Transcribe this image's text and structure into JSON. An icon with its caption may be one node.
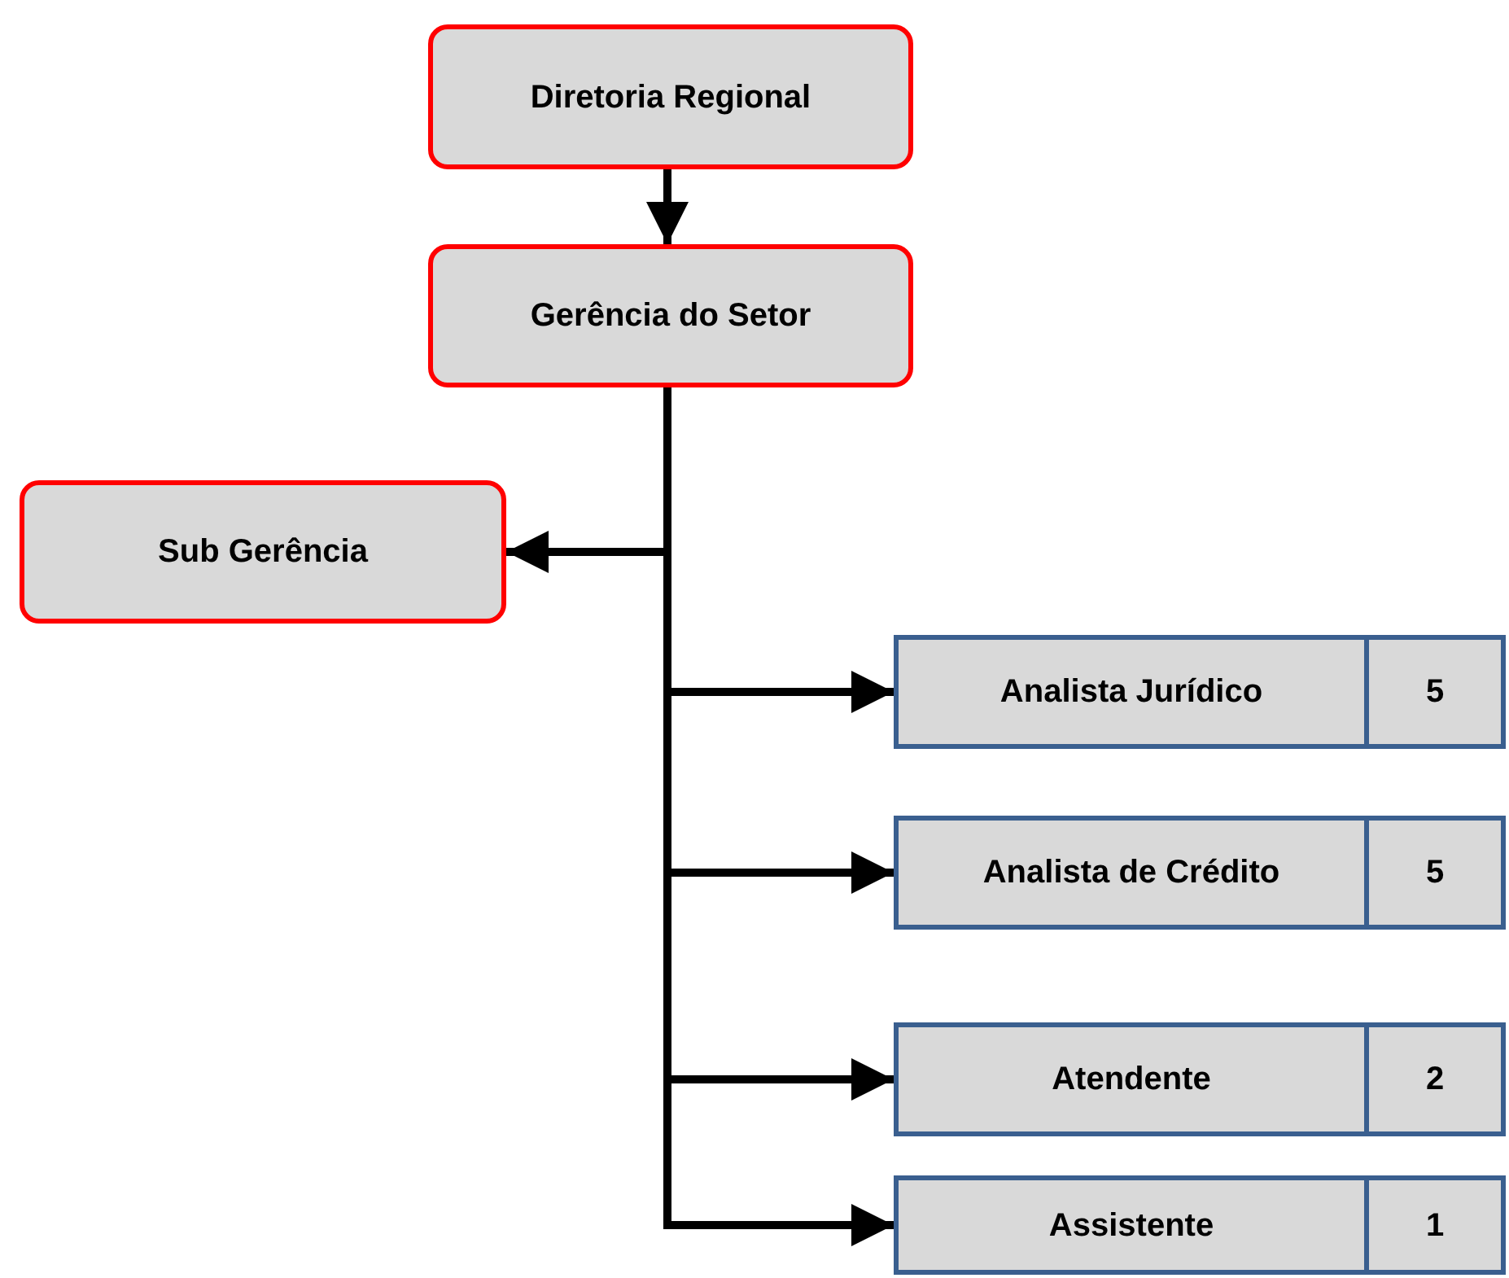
{
  "diagram": {
    "nodes": [
      {
        "text": [
          "Diretoria Regional"
        ]
      },
      {
        "text": [
          "Gerência do Setor"
        ]
      },
      {
        "text": [
          "Sub Gerência"
        ]
      },
      {
        "text": [
          "Analista Jurídico",
          "5"
        ]
      },
      {
        "text": [
          "Analista de Crédito",
          "5"
        ]
      },
      {
        "text": [
          "Atendente",
          "2"
        ]
      },
      {
        "text": [
          "Assistente",
          "1"
        ]
      }
    ],
    "edges": [
      {
        "from": 0,
        "to": 1,
        "arrow": "to"
      },
      {
        "from": 1,
        "to": 2,
        "arrow": "to"
      },
      {
        "from": 1,
        "to": 3,
        "arrow": "to"
      },
      {
        "from": 1,
        "to": 4,
        "arrow": "to"
      },
      {
        "from": 1,
        "to": 5,
        "arrow": "to"
      },
      {
        "from": 1,
        "to": 6,
        "arrow": "to"
      }
    ]
  }
}
